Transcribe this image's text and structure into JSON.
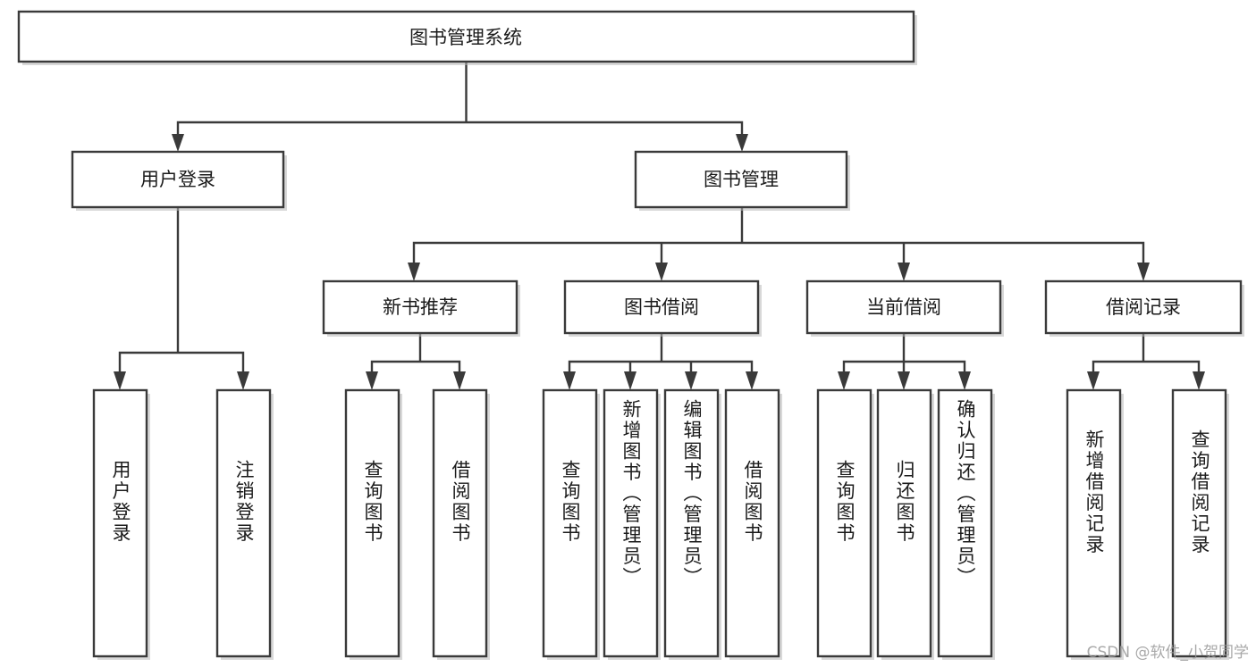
{
  "diagram": {
    "kind": "tree-hierarchy-diagram",
    "orientation": "top-down",
    "root": {
      "id": "root",
      "label": "图书管理系统"
    },
    "level2": [
      {
        "id": "user-login",
        "label": "用户登录"
      },
      {
        "id": "book-manage",
        "label": "图书管理"
      }
    ],
    "level3": [
      {
        "id": "new-book-recommend",
        "label": "新书推荐",
        "parent": "book-manage"
      },
      {
        "id": "book-borrow",
        "label": "图书借阅",
        "parent": "book-manage"
      },
      {
        "id": "current-borrow",
        "label": "当前借阅",
        "parent": "book-manage"
      },
      {
        "id": "borrow-record",
        "label": "借阅记录",
        "parent": "book-manage"
      }
    ],
    "leaves": [
      {
        "id": "leaf-user-login",
        "label": "用户登录",
        "parent": "user-login"
      },
      {
        "id": "leaf-user-logout",
        "label": "注销登录",
        "parent": "user-login"
      },
      {
        "id": "leaf-query-book-1",
        "label": "查询图书",
        "parent": "new-book-recommend"
      },
      {
        "id": "leaf-borrow-book-1",
        "label": "借阅图书",
        "parent": "new-book-recommend"
      },
      {
        "id": "leaf-query-book-2",
        "label": "查询图书",
        "parent": "book-borrow"
      },
      {
        "id": "leaf-add-book",
        "label": "新增图书（管理员）",
        "parent": "book-borrow"
      },
      {
        "id": "leaf-edit-book",
        "label": "编辑图书（管理员）",
        "parent": "book-borrow"
      },
      {
        "id": "leaf-borrow-book-2",
        "label": "借阅图书",
        "parent": "book-borrow"
      },
      {
        "id": "leaf-query-book-3",
        "label": "查询图书",
        "parent": "current-borrow"
      },
      {
        "id": "leaf-return-book",
        "label": "归还图书",
        "parent": "current-borrow"
      },
      {
        "id": "leaf-confirm-return",
        "label": "确认归还（管理员）",
        "parent": "current-borrow"
      },
      {
        "id": "leaf-add-record",
        "label": "新增借阅记录",
        "parent": "borrow-record"
      },
      {
        "id": "leaf-query-record",
        "label": "查询借阅记录",
        "parent": "borrow-record"
      }
    ],
    "colors": {
      "box_stroke": "#3a3a3a",
      "box_fill": "#ffffff",
      "text": "#1b1b1b",
      "background": "#ffffff",
      "watermark": "#9a9a9a"
    }
  },
  "watermark": {
    "text": "CSDN @软件_小贺同学"
  }
}
